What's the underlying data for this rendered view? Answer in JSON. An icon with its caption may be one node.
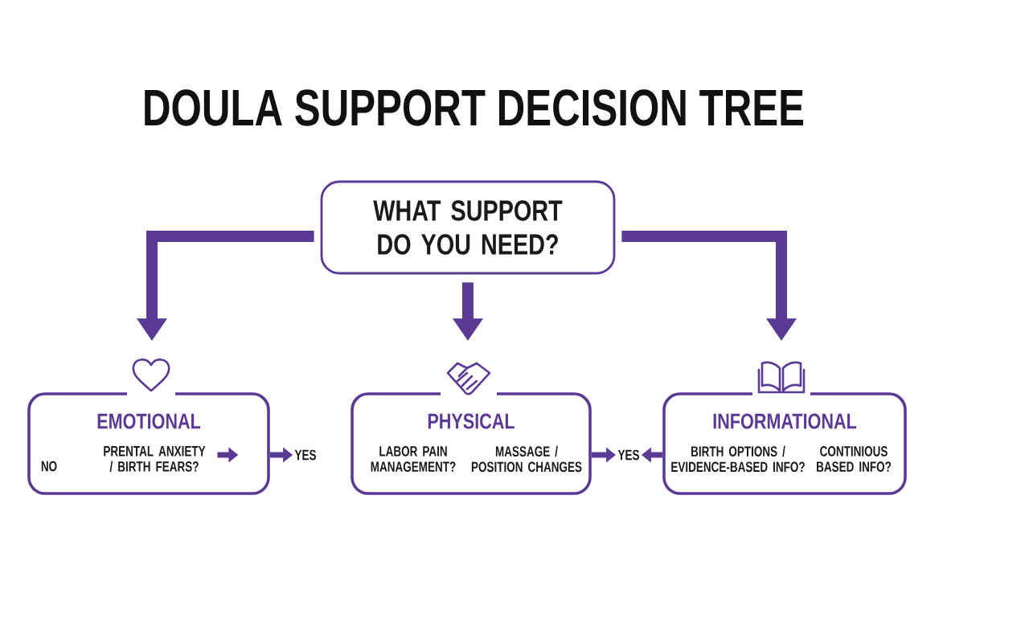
{
  "diagram": {
    "title": "DOULA SUPPORT DECISION TREE",
    "nodes": [
      {
        "text": [
          "WHAT SUPPORT DO YOU NEED?"
        ]
      },
      {
        "text": [
          "EMOTIONAL",
          "NO"
        ]
      },
      {
        "text": [
          "PRENTAL ANXIETY / BIRTH FEARS?"
        ],
        "in": 1
      },
      {
        "text": [
          "YES"
        ]
      },
      {
        "text": [
          "PHYSICAL",
          "LABOR PAIN MANAGEMENT?",
          "MASSAGE / POSITION CHANGES"
        ]
      },
      {
        "text": [
          "YES"
        ]
      },
      {
        "text": [
          "INFORMATIONAL",
          "BIRTH OPTIONS / EVIDENCE-BASED INFO?",
          "CONTINIOUS BASED INFO?"
        ]
      }
    ],
    "edges": [
      {
        "from": 0,
        "to": 1,
        "arrow": "to",
        "style": "thick"
      },
      {
        "from": 0,
        "to": 4,
        "arrow": "to",
        "style": "thick"
      },
      {
        "from": 0,
        "to": 6,
        "arrow": "to",
        "style": "thick"
      },
      {
        "from": 2,
        "to": null,
        "arrow": "to"
      },
      {
        "from": 1,
        "to": 3,
        "arrow": "to"
      },
      {
        "from": 4,
        "to": 5,
        "arrow": "to"
      },
      {
        "from": 6,
        "to": 5,
        "arrow": "to"
      }
    ]
  }
}
